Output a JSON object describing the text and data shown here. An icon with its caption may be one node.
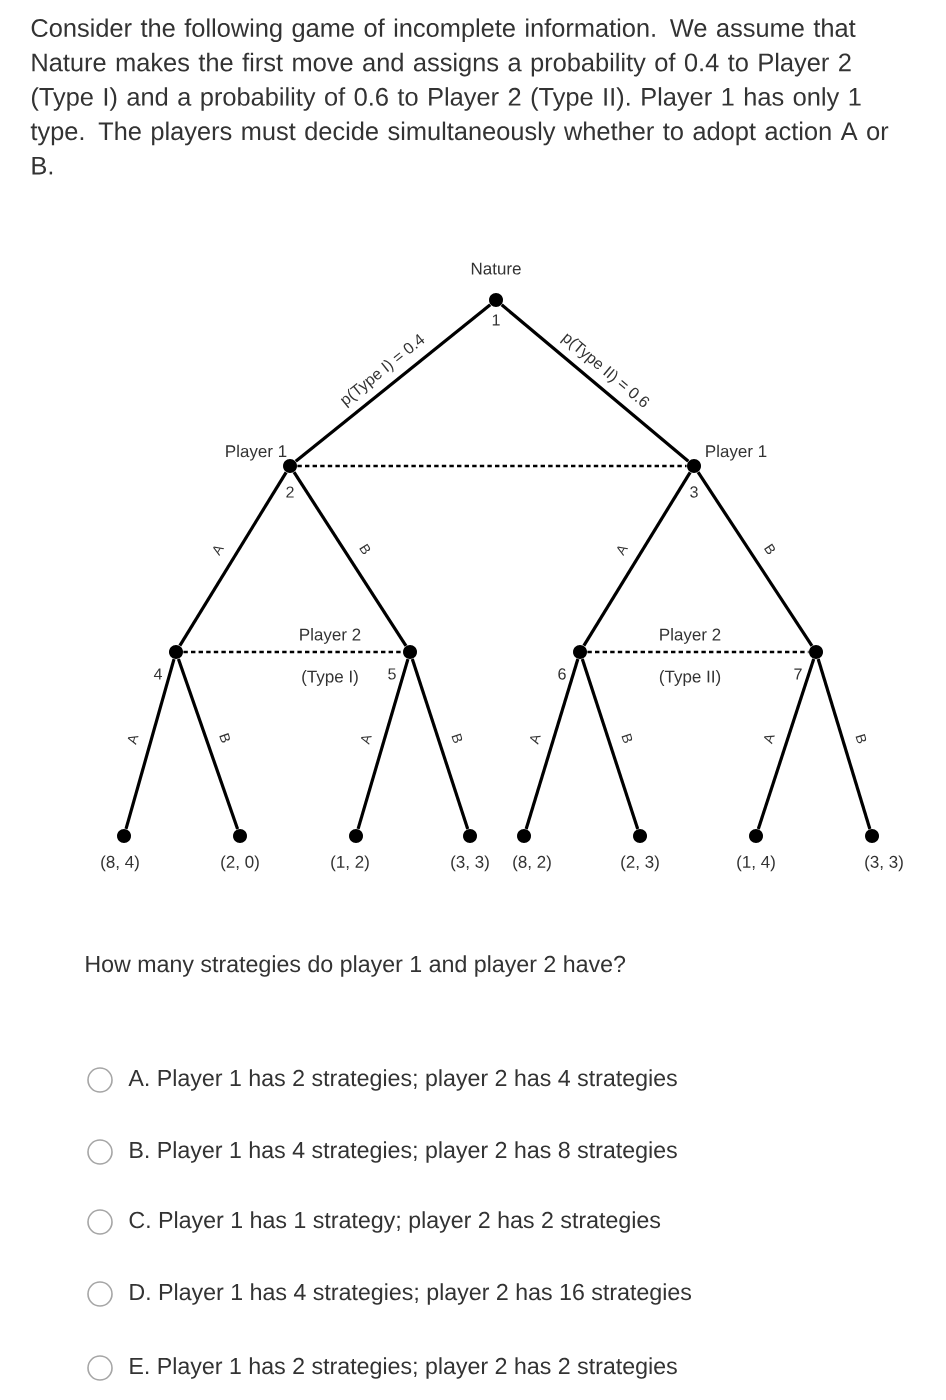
{
  "diagram": {
    "title": "Consider the following game of incomplete information. We assume that Nature makes the first move and assigns a probability of 0.4 to Player 2 (Type I) and a probability of 0.6 to Player 2 (Type II). Player 1 has only 1 type. The players must decide simultaneously whether to adopt action A or B.",
    "nodes": [
      {
        "text": [
          "Nature"
        ],
        "beside": [
          "1"
        ]
      },
      {
        "text": [
          "Player 1"
        ],
        "beside": [
          "2"
        ]
      },
      {
        "text": [
          "Player 1"
        ],
        "beside": [
          "3"
        ]
      },
      {
        "text": [],
        "shape": "circle",
        "beside": [
          "4"
        ]
      },
      {
        "text": [],
        "shape": "circle",
        "beside": [
          "5"
        ]
      },
      {
        "text": [],
        "shape": "circle",
        "beside": [
          "6"
        ]
      },
      {
        "text": [],
        "shape": "circle",
        "beside": [
          "7"
        ]
      },
      {
        "text": [
          "(8, 4)"
        ]
      },
      {
        "text": [
          "(2, 0)"
        ]
      },
      {
        "text": [
          "(1, 2)"
        ]
      },
      {
        "text": [
          "(3, 3)"
        ]
      },
      {
        "text": [
          "(8, 2)"
        ]
      },
      {
        "text": [
          "(2, 3)"
        ]
      },
      {
        "text": [
          "(1, 4)"
        ]
      },
      {
        "text": [
          "(3, 3)"
        ]
      }
    ],
    "edges": [
      {
        "from": 0,
        "to": 1,
        "arrow": "none",
        "label": "p(Type I) = 0.4"
      },
      {
        "from": 0,
        "to": 2,
        "arrow": "none",
        "label": "p(Type II) = 0.6"
      },
      {
        "from": 1,
        "to": 2,
        "arrow": "none",
        "style": "dashed"
      },
      {
        "from": 1,
        "to": 3,
        "arrow": "none",
        "label": "A"
      },
      {
        "from": 1,
        "to": 4,
        "arrow": "none",
        "label": "B"
      },
      {
        "from": 2,
        "to": 5,
        "arrow": "none",
        "label": "A"
      },
      {
        "from": 2,
        "to": 6,
        "arrow": "none",
        "label": "B"
      },
      {
        "from": 3,
        "to": 4,
        "arrow": "none",
        "style": "dashed"
      },
      {
        "from": 5,
        "to": 6,
        "arrow": "none",
        "style": "dashed"
      },
      {
        "from": 3,
        "to": 7,
        "arrow": "none",
        "label": "A"
      },
      {
        "from": 3,
        "to": 8,
        "arrow": "none",
        "label": "B"
      },
      {
        "from": 4,
        "to": 9,
        "arrow": "none",
        "label": "A"
      },
      {
        "from": 4,
        "to": 10,
        "arrow": "none",
        "label": "B"
      },
      {
        "from": 5,
        "to": 11,
        "arrow": "none",
        "label": "A"
      },
      {
        "from": 5,
        "to": 12,
        "arrow": "none",
        "label": "B"
      },
      {
        "from": 6,
        "to": 13,
        "arrow": "none",
        "label": "A"
      },
      {
        "from": 6,
        "to": 14,
        "arrow": "none",
        "label": "B"
      }
    ],
    "labels": [
      "Player 2",
      "(Type I)",
      "Player 2",
      "(Type II)",
      "How many strategies do player 1 and player 2 have?",
      "A. Player 1 has 2 strategies; player 2 has 4 strategies",
      "B. Player 1 has 4 strategies; player 2 has 8 strategies",
      "C. Player 1 has 1 strategy; player 2 has 2 strategies",
      "D. Player 1 has 4 strategies; player 2 has 16 strategies",
      "E. Player 1 has 2 strategies; player 2 has 2 strategies"
    ]
  }
}
